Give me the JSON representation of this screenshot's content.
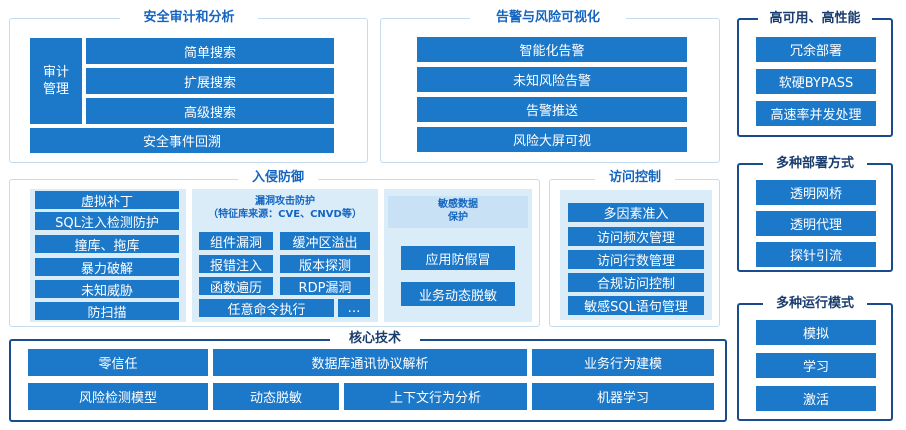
{
  "audit": {
    "title": "安全审计和分析",
    "label_line1": "审计",
    "label_line2": "管理",
    "items": [
      "简单搜索",
      "扩展搜索",
      "高级搜索"
    ],
    "bottom": "安全事件回溯"
  },
  "alert": {
    "title": "告警与风险可视化",
    "items": [
      "智能化告警",
      "未知风险告警",
      "告警推送",
      "风险大屏可视"
    ]
  },
  "ha": {
    "title": "高可用、高性能",
    "items": [
      "冗余部署",
      "软硬BYPASS",
      "高速率并发处理"
    ]
  },
  "intrusion": {
    "title": "入侵防御",
    "left_items": [
      "虚拟补丁",
      "SQL注入检测防护",
      "撞库、拖库",
      "暴力破解",
      "未知威胁",
      "防扫描"
    ],
    "vuln_title_line1": "漏洞攻击防护",
    "vuln_title_line2": "（特征库来源：CVE、CNVD等）",
    "vuln_items": [
      "组件漏洞",
      "缓冲区溢出",
      "报错注入",
      "版本探测",
      "函数遍历",
      "RDP漏洞",
      "任意命令执行",
      "…"
    ],
    "sensitive_title_line1": "敏感数据",
    "sensitive_title_line2": "保护",
    "sensitive_items": [
      "应用防假冒",
      "业务动态脱敏"
    ]
  },
  "access": {
    "title": "访问控制",
    "items": [
      "多因素准入",
      "访问频次管理",
      "访问行数管理",
      "合规访问控制",
      "敏感SQL语句管理"
    ]
  },
  "deploy": {
    "title": "多种部署方式",
    "items": [
      "透明网桥",
      "透明代理",
      "探针引流"
    ]
  },
  "mode": {
    "title": "多种运行模式",
    "items": [
      "模拟",
      "学习",
      "激活"
    ]
  },
  "core": {
    "title": "核心技术",
    "row1": [
      "零信任",
      "数据库通讯协议解析",
      "业务行为建模"
    ],
    "row2": [
      "风险检测模型",
      "动态脱敏",
      "上下文行为分析",
      "机器学习"
    ]
  }
}
